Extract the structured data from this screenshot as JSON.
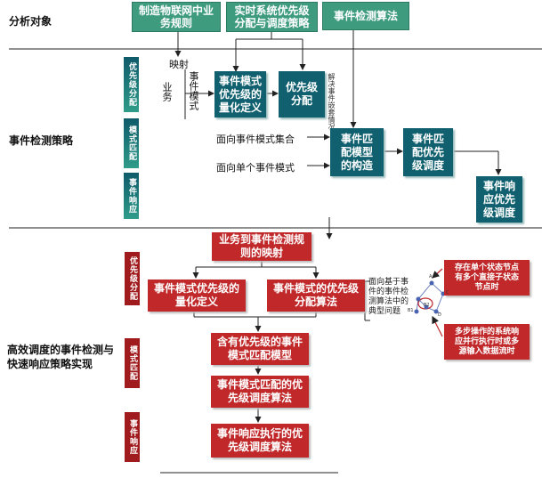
{
  "sections": {
    "target": "分析对象",
    "strategy": "事件检测策略",
    "implementation_l1": "高效调度的事件检测与",
    "implementation_l2": "快速响应策略实现"
  },
  "top_boxes": {
    "iot_l1": "制造物联网中业",
    "iot_l2": "务规则",
    "realtime_l1": "实时系统优先级",
    "realtime_l2": "分配与调度策略",
    "detection": "事件检测算法"
  },
  "side_labels": {
    "priority": "优先级分配",
    "matching": "模式匹配",
    "response": "事件响应"
  },
  "middle": {
    "mapping": "映射",
    "business": "业务",
    "event_mode": "事件模式",
    "quant_l1": "事件模式",
    "quant_l2": "优先级的",
    "quant_l3": "量化定义",
    "prio_l1": "优先级",
    "prio_l2": "分配",
    "solve_note": "解决事件嵌套情况",
    "for_set": "面向事件模式集合",
    "for_single": "面向单个事件模式",
    "construct_l1": "事件匹",
    "construct_l2": "配模型",
    "construct_l3": "的构造",
    "sched_l1": "事件匹",
    "sched_l2": "配优先",
    "sched_l3": "级调度",
    "resp_l1": "事件响",
    "resp_l2": "应优先",
    "resp_l3": "级调度"
  },
  "bottom": {
    "rule_map_l1": "业务到事件检测规",
    "rule_map_l2": "则的映射",
    "quant_l1": "事件模式优先级的",
    "quant_l2": "量化定义",
    "alloc_l1": "事件模式的优先级",
    "alloc_l2": "分配算法",
    "note_l1": "面向基于事",
    "note_l2": "件的事件检",
    "note_l3": "测算法中的",
    "note_l4": "典型问题",
    "matchmodel_l1": "含有优先级的事件",
    "matchmodel_l2": "模式匹配模型",
    "matchsched_l1": "事件模式匹配的优",
    "matchsched_l2": "先级调度算法",
    "respsched_l1": "事件响应执行的优",
    "respsched_l2": "先级调度算法",
    "issue1_l1": "存在单个状态节点",
    "issue1_l2": "有多个直接子状态",
    "issue1_l3": "节点时",
    "issue2_l1": "多步操作的系统响",
    "issue2_l2": "应并行执行时或多",
    "issue2_l3": "源输入数据流时",
    "node_a": "A",
    "node_b1": "B1",
    "node_b2": "B2",
    "node_c": "C",
    "node_d": "D"
  },
  "colors": {
    "green": "#3e9b7e",
    "teal": "#10606f",
    "red": "#c0282a",
    "dark_red": "#a01b1e"
  }
}
